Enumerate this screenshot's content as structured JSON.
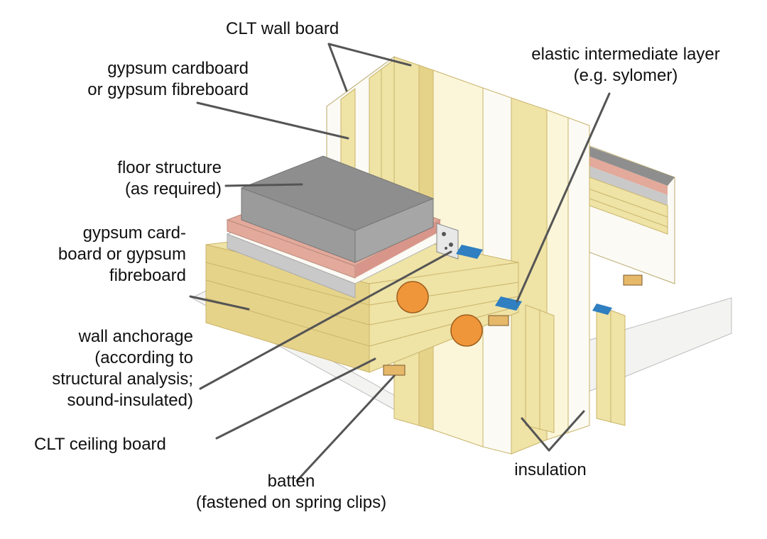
{
  "labels": {
    "clt_wall_board": [
      "CLT wall board"
    ],
    "gypsum_top": [
      "gypsum cardboard",
      "or gypsum fibreboard"
    ],
    "floor_structure": [
      "floor structure",
      "(as required)"
    ],
    "gypsum_mid": [
      "gypsum card-",
      "board or gypsum",
      "fibreboard"
    ],
    "wall_anchorage": [
      "wall anchorage",
      "(according to",
      "structural analysis;",
      "sound-insulated)"
    ],
    "clt_ceiling_board": [
      "CLT ceiling board"
    ],
    "batten": [
      "batten",
      "(fastened on spring clips)"
    ],
    "elastic_layer": [
      "elastic intermediate layer",
      "(e.g. sylomer)"
    ],
    "insulation": [
      "insulation"
    ]
  },
  "colors": {
    "timber": "#efe3a6",
    "timber_dark": "#c9b46a",
    "grey_top": "#8e8e8e",
    "grey_light": "#c9c9c9",
    "pink_layer": "#e3a99a",
    "white_board": "#fbfaf4",
    "insulation": "#fbf6d9",
    "blue_pad": "#2f7fc1",
    "marker": "#f0963a",
    "leader": "#555555"
  },
  "markers": [
    {
      "name": "orange-marker-1"
    },
    {
      "name": "orange-marker-2"
    }
  ]
}
